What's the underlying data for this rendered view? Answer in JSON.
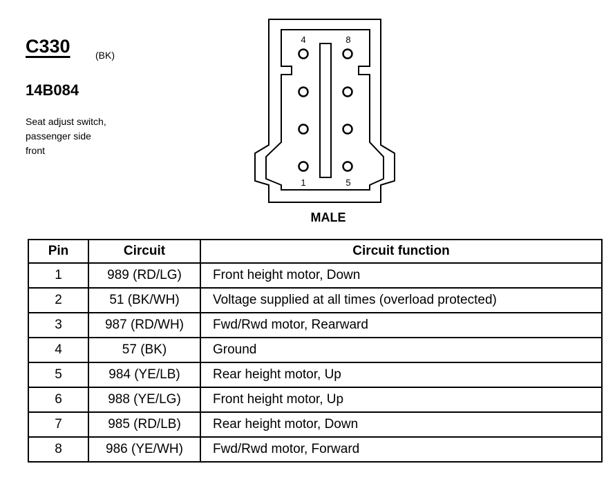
{
  "connector": {
    "id": "C330",
    "color": "(BK)",
    "part_number": "14B084",
    "description_lines": [
      "Seat adjust switch,",
      "passenger side",
      "front"
    ]
  },
  "diagram": {
    "pin_labels": {
      "top_left": "4",
      "top_right": "8",
      "bottom_left": "1",
      "bottom_right": "5"
    },
    "gender": "MALE"
  },
  "table": {
    "headers": {
      "pin": "Pin",
      "circuit": "Circuit",
      "function": "Circuit function"
    },
    "rows": [
      {
        "pin": "1",
        "circuit": "989 (RD/LG)",
        "function": "Front height motor, Down"
      },
      {
        "pin": "2",
        "circuit": "51 (BK/WH)",
        "function": "Voltage supplied at all times (overload protected)"
      },
      {
        "pin": "3",
        "circuit": "987 (RD/WH)",
        "function": "Fwd/Rwd motor, Rearward"
      },
      {
        "pin": "4",
        "circuit": "57 (BK)",
        "function": "Ground"
      },
      {
        "pin": "5",
        "circuit": "984 (YE/LB)",
        "function": "Rear height motor, Up"
      },
      {
        "pin": "6",
        "circuit": "988 (YE/LG)",
        "function": "Front height motor, Up"
      },
      {
        "pin": "7",
        "circuit": "985 (RD/LB)",
        "function": "Rear height motor, Down"
      },
      {
        "pin": "8",
        "circuit": "986 (YE/WH)",
        "function": "Fwd/Rwd motor, Forward"
      }
    ]
  }
}
